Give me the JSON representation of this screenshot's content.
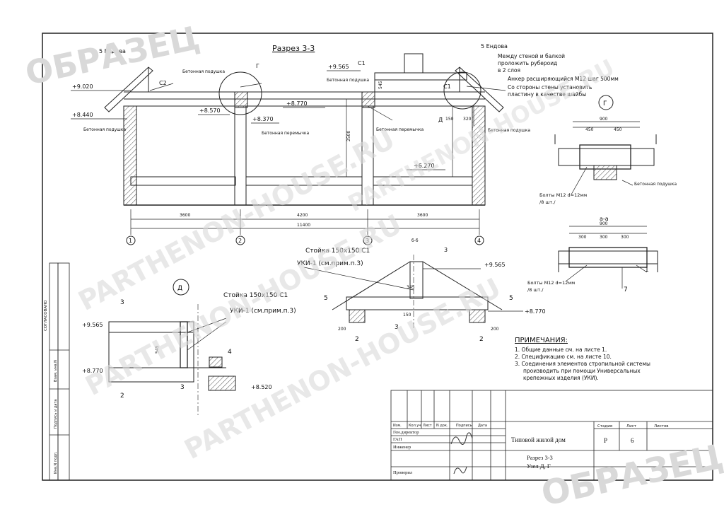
{
  "section_title": "Разрез 3-3",
  "levels": {
    "l9020": "+9.020",
    "l8440": "+8.440",
    "l8570": "+8.570",
    "l8370": "+8.370",
    "l8770": "+8.770",
    "l9565": "+9.565",
    "l6270": "+6.270",
    "d_l9565": "+9.565",
    "d_l8770": "+8.770",
    "d_l8520": "+8.520",
    "c_l9565": "+9.565",
    "c_l8770": "+8.770"
  },
  "labels": {
    "endova_left": "5 Ендова",
    "endova_right": "5 Ендова",
    "beton_podushka": "Бетонная подушка",
    "beton_podushka2": "Бетонная подушка",
    "beton_podushka3": "Бетонная подушка",
    "beton_podushka4": "Бетонная подушка",
    "beton_peremychka": "Бетонная перемычка",
    "beton_peremychka2": "Бетонная перемычка",
    "rub_note1": "Между стеной и балкой",
    "rub_note2": "проложить рубероид",
    "rub_note3": "в 2 слоя",
    "anchor_note": "Анкер расширяющийся М12 шаг 500мм",
    "plate_note1": "Со стороны стены установить",
    "plate_note2": "пластину в качестве шайбы",
    "stoika1": "Стойка 150х150 С1",
    "uki1": "УКИ-1 (см.прим.п.3)",
    "stoika2": "Стойка 150х150 С1",
    "uki2": "УКИ-1 (см.прим.п.3)",
    "bolts1a": "Болты М12 d=12мм",
    "bolts1b": "/8 шт./",
    "bolts2a": "Болты М12 d=12мм",
    "bolts2b": "/8 шт./",
    "node_g": "Г",
    "node_g2": "Г",
    "node_d": "Д",
    "node_d2": "Д",
    "section_aa": "а-а",
    "section_bb": "б-б",
    "s1": "С1",
    "s2": "С2",
    "s1b": "С1"
  },
  "dims": {
    "d3600a": "3600",
    "d4200": "4200",
    "d3600b": "3600",
    "d11400": "11400",
    "d2500": "2500",
    "d150": "150",
    "d320": "320",
    "d545": "545",
    "g900": "900",
    "g450a": "450",
    "g450b": "450",
    "a900": "900",
    "a300a": "300",
    "a300b": "300",
    "a300c": "300",
    "c200a": "200",
    "c200b": "200",
    "c150": "150",
    "c345": "345"
  },
  "axes": [
    "1",
    "2",
    "3",
    "4"
  ],
  "notes": {
    "title": "ПРИМЕЧАНИЯ:",
    "n1": "1. Общие данные см. на листе 1.",
    "n2": "2. Спецификацию см. на листе 10.",
    "n3a": "3. Соединения элементов стропильной системы",
    "n3b": "производить при помощи Универсальных",
    "n3c": "крепежных изделия (УКИ)."
  },
  "side_stamp": {
    "soglasovano": "СОГЛАСОВАНО",
    "vzam": "Взам. инв.N",
    "podpis": "Подпись и дата",
    "inv": "Инв.N подл."
  },
  "title_block": {
    "h_izm": "Изм.",
    "h_kol": "Кол.уч",
    "h_list": "Лист",
    "h_ndok": "N док.",
    "h_podp": "Подпись",
    "h_data": "Дата",
    "gen_dir": "Ген.директор",
    "gap": "ГАП",
    "engineer": "Инженер",
    "checked": "Проверил",
    "project": "Типовой жилой дом",
    "sheet_title1": "Разрез 3-3",
    "sheet_title2": "Узел Д, Г",
    "h_stage": "Стадия",
    "h_sheet": "Лист",
    "h_sheets": "Листов",
    "stage": "Р",
    "sheet_no": "6"
  },
  "watermarks": {
    "sample": "ОБРАЗЕЦ",
    "site": "PARTHENON-HOUSE.RU"
  }
}
